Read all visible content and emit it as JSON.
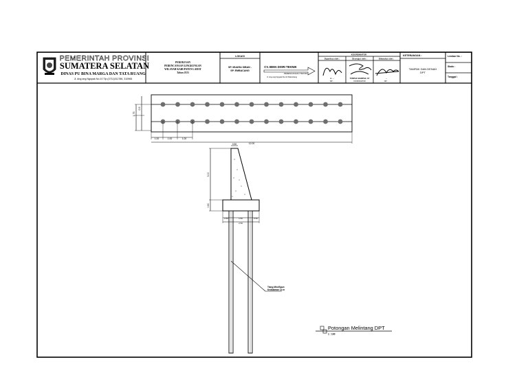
{
  "title_block": {
    "header_line1": "PEMERINTAH PROVINSI",
    "header_line2": "SUMATERA SELATAN",
    "header_line3": "DINAS PU BINA MARGA DAN TATA RUANG",
    "header_line4": "Jl. Ang ang Ngupak No.10 Tlp.(0711)311786, 310965",
    "project_line1": "PEKERJAAN",
    "project_line2": "PERENCANAAN LINGKUNGAN",
    "project_line3": "WILAYAH KABUPATEN LAHAT",
    "project_line4": "Tahun 2015",
    "location_header": "LOKASI",
    "location_line1": "SP. MUARA SIBAN -",
    "location_line2": "SP. EMBACANG",
    "consultant_name": "CV. BIMA DISRI TEKNIK",
    "consultant_sub1": "PERENCANAAN TEKNIK",
    "consultant_sub2": "Jl. Ang ang Ngupak No.10 Palembang",
    "approval_header": "KOORDINATOR",
    "approval_col1": "Diperiksa oleh :",
    "approval_col2": "Disetujui oleh :",
    "approval_col3": "Diketahui oleh :",
    "approval_name1": "A. ...",
    "approval_name2": "TUMPAK SIANIPAR, ST",
    "approval_name3": "...",
    "approval_nip1": "NIP ...",
    "approval_nip2": "KOORDINATOR",
    "approval_nip3": "NIP ...",
    "remark_header": "KETERANGAN :",
    "remark_text1": "TAMPAK DAN DENAH",
    "remark_text2": "DPT",
    "sheet_no_label": "Lembar No. :",
    "scale_label": "Skala :",
    "date_label": "Tanggal :"
  },
  "plan_view": {
    "dim_left_total": "1.75",
    "dim_left_part": "0.5",
    "dim_spacing_1": "1.00",
    "dim_spacing_2": "1.00",
    "dim_spacing_3": "1.00",
    "dim_total": "12.00"
  },
  "section_view": {
    "dim_top": "0.50",
    "dim_height_wall": "3.00",
    "dim_height_footing": "0.60",
    "dim_base_left": "0.50",
    "dim_base_mid": "1.50",
    "dim_base_right": "0.50",
    "dim_base_total": "2.50",
    "pile_label_line1": "Tiang Mini/Spun",
    "pile_label_line2": "Kedalaman 14 m"
  },
  "section_title": {
    "title": "Potongan Melintang DPT",
    "scale": "1 : 100"
  }
}
